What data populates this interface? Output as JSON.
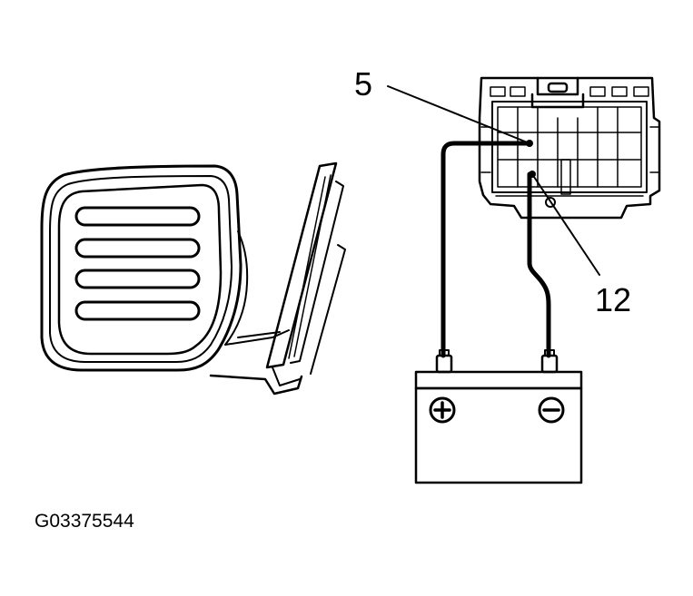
{
  "callouts": {
    "terminal_5": "5",
    "terminal_12": "12"
  },
  "battery": {
    "positive_symbol": "+",
    "negative_symbol": "−"
  },
  "figure_id": "G03375544",
  "colors": {
    "line": "#000000",
    "background": "#ffffff"
  },
  "icons": {
    "mirror": "side-mirror-assembly-icon",
    "connector": "mirror-connector-icon",
    "battery": "battery-icon"
  }
}
